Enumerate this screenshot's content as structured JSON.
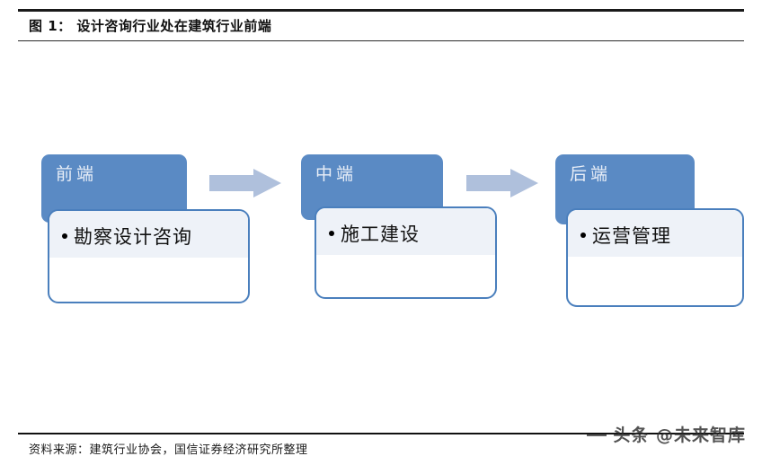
{
  "figure": {
    "title": "图 1： 设计咨询行业处在建筑行业前端",
    "source": "资料来源：建筑行业协会，国信证券经济研究所整理"
  },
  "watermark": {
    "text": "头条 @未来智库"
  },
  "colors": {
    "header_blue": "#5a8ac4",
    "body_border_blue": "#4a7fbd",
    "body_tint": "#eef2f8",
    "arrow_fill": "#afc0dc",
    "rule_black": "#111111"
  },
  "diagram": {
    "type": "process-flow",
    "stages": [
      {
        "header_label": "前端",
        "body_text": "勘察设计咨询",
        "bullet": "•"
      },
      {
        "header_label": "中端",
        "body_text": "施工建设",
        "bullet": "•"
      },
      {
        "header_label": "后端",
        "body_text": "运营管理",
        "bullet": "•"
      }
    ],
    "connectors": [
      {
        "name": "arrow-stage1-to-stage2",
        "direction": "right"
      },
      {
        "name": "arrow-stage2-to-stage3",
        "direction": "right"
      }
    ]
  }
}
